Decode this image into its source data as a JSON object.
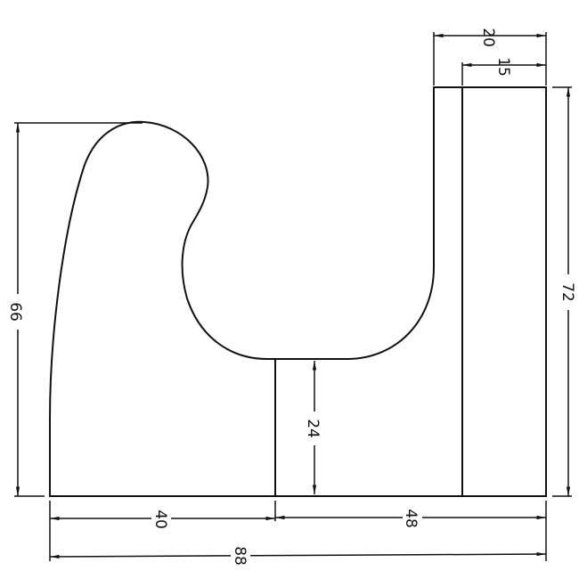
{
  "dimensions": {
    "overall_height_left": "66",
    "overall_height_right": "72",
    "top_width_outer": "20",
    "top_width_inner": "15",
    "stem_height": "24",
    "bottom_left": "40",
    "bottom_right": "48",
    "overall_width": "88"
  }
}
